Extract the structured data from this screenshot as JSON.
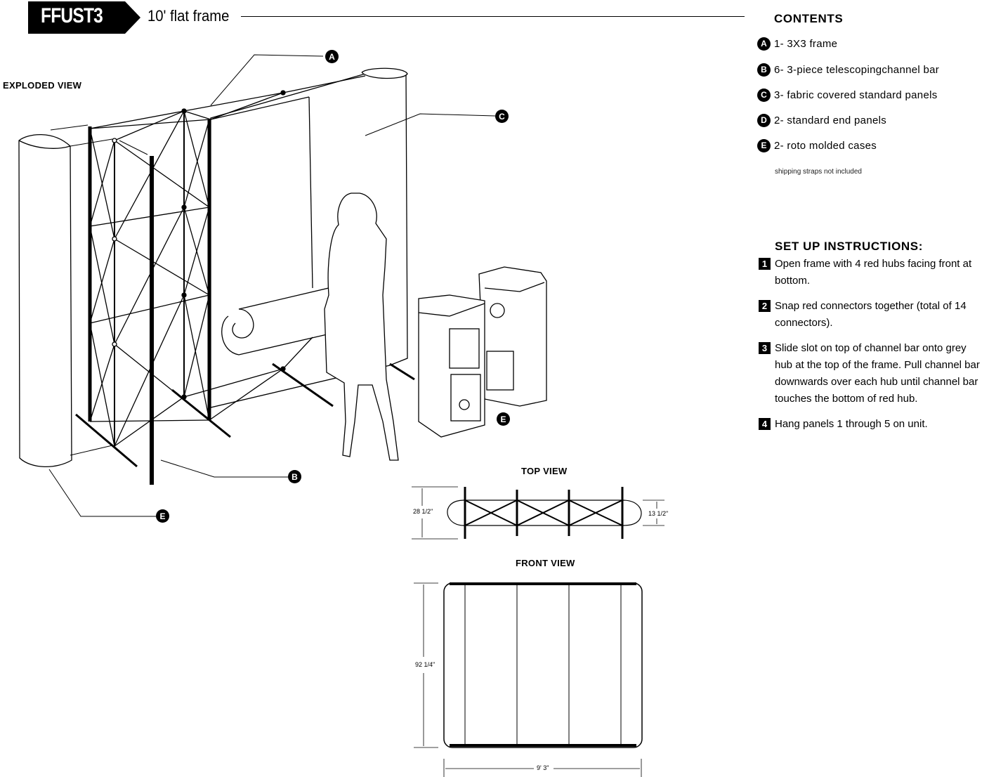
{
  "header": {
    "model_code": "FFUST3",
    "subtitle": "10' flat frame"
  },
  "diagram": {
    "exploded_view_label": "EXPLODED VIEW",
    "top_view_label": "TOP VIEW",
    "front_view_label": "FRONT VIEW",
    "callouts": {
      "a": "A",
      "b": "B",
      "c": "C",
      "e_cases": "E",
      "e_end_panel": "E"
    },
    "dimensions": {
      "top_depth": "28 1/2\"",
      "top_end_depth": "13 1/2\"",
      "front_height": "92 1/4\"",
      "front_width": "9' 3\""
    }
  },
  "contents": {
    "heading": "CONTENTS",
    "items": [
      {
        "letter": "A",
        "text": "1- 3X3 frame"
      },
      {
        "letter": "B",
        "text": "6- 3-piece telescopingchannel bar"
      },
      {
        "letter": "C",
        "text": "3- fabric covered standard panels"
      },
      {
        "letter": "D",
        "text": "2- standard end panels"
      },
      {
        "letter": "E",
        "text": "2- roto molded cases"
      }
    ],
    "note": "shipping straps not included"
  },
  "instructions": {
    "heading": "SET UP INSTRUCTIONS:",
    "steps": [
      {
        "number": "1",
        "text": "Open frame with 4 red hubs facing front at bottom."
      },
      {
        "number": "2",
        "text": "Snap red connectors together (total of 14 connectors)."
      },
      {
        "number": "3",
        "text": "Slide slot on top of channel bar onto grey hub at the top of the frame. Pull channel bar downwards over each hub until channel bar touches the bottom of red hub."
      },
      {
        "number": "4",
        "text": "Hang panels 1 through 5 on unit."
      }
    ]
  },
  "colors": {
    "ink": "#000000",
    "paper": "#ffffff"
  }
}
